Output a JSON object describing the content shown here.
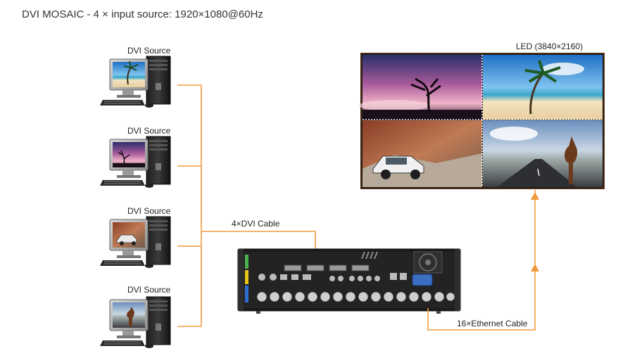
{
  "title": "DVI MOSAIC - 4 × input source: 1920×1080@60Hz",
  "sources": [
    {
      "label": "DVI Source",
      "screen": "beach"
    },
    {
      "label": "DVI Source",
      "screen": "sunset"
    },
    {
      "label": "DVI Source",
      "screen": "car"
    },
    {
      "label": "DVI Source",
      "screen": "horse"
    }
  ],
  "dvi_cable_label": "4×DVI Cable",
  "ethernet_cable_label": "16×Ethernet Cable",
  "led_label": "LED (3840×2160)",
  "colors": {
    "cable": "#f39a3c",
    "device_body": "#1b1b1b",
    "led_border": "#4a2a12"
  },
  "led_tiles": [
    "sunset-tree",
    "beach-palm",
    "car",
    "horse-road"
  ]
}
